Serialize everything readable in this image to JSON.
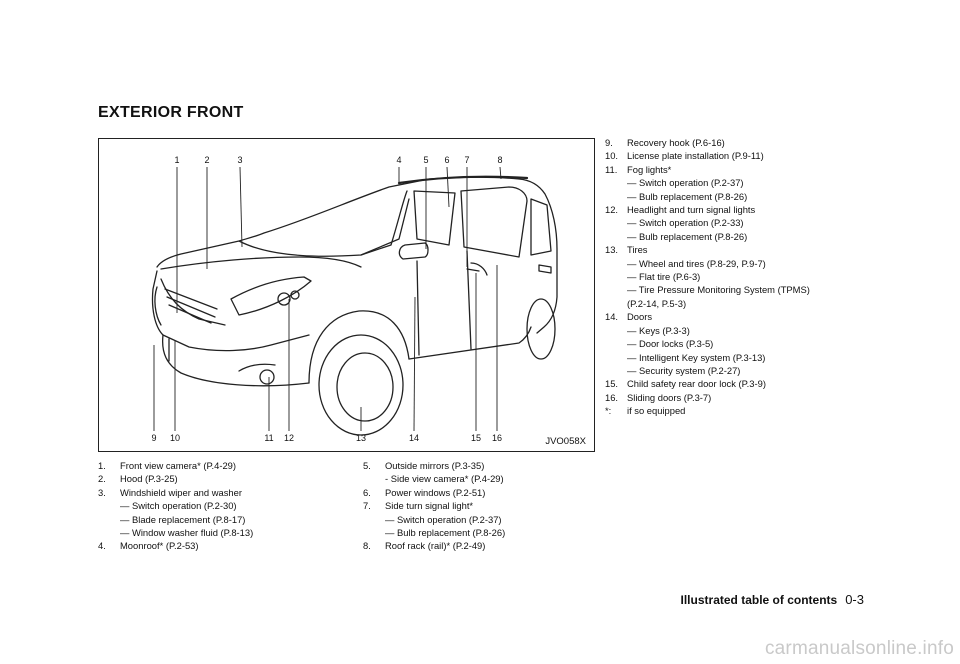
{
  "section_title": "EXTERIOR FRONT",
  "figure": {
    "code": "JVO058X",
    "top_callouts": [
      "1",
      "2",
      "3",
      "4",
      "5",
      "6",
      "7",
      "8"
    ],
    "bottom_callouts": [
      "9",
      "10",
      "11",
      "12",
      "13",
      "14",
      "15",
      "16"
    ]
  },
  "columns": [
    [
      {
        "num": "1.",
        "text": "Front view camera* (P.4-29)",
        "subs": []
      },
      {
        "num": "2.",
        "text": "Hood (P.3-25)",
        "subs": []
      },
      {
        "num": "3.",
        "text": "Windshield wiper and washer",
        "subs": [
          "— Switch operation (P.2-30)",
          "— Blade replacement (P.8-17)",
          "— Window washer fluid (P.8-13)"
        ]
      },
      {
        "num": "4.",
        "text": "Moonroof* (P.2-53)",
        "subs": []
      }
    ],
    [
      {
        "num": "5.",
        "text": "Outside mirrors (P.3-35)",
        "subs": [
          "- Side view camera* (P.4-29)"
        ]
      },
      {
        "num": "6.",
        "text": "Power windows (P.2-51)",
        "subs": []
      },
      {
        "num": "7.",
        "text": "Side turn signal light*",
        "subs": [
          "— Switch operation (P.2-37)",
          "— Bulb replacement (P.8-26)"
        ]
      },
      {
        "num": "8.",
        "text": "Roof rack (rail)* (P.2-49)",
        "subs": []
      }
    ],
    [
      {
        "num": "9.",
        "text": "Recovery hook (P.6-16)",
        "subs": []
      },
      {
        "num": "10.",
        "text": "License plate installation (P.9-11)",
        "subs": []
      },
      {
        "num": "11.",
        "text": "Fog lights*",
        "subs": [
          "— Switch operation (P.2-37)",
          "— Bulb replacement (P.8-26)"
        ]
      },
      {
        "num": "12.",
        "text": "Headlight and turn signal lights",
        "subs": [
          "— Switch operation (P.2-33)",
          "— Bulb replacement (P.8-26)"
        ]
      },
      {
        "num": "13.",
        "text": "Tires",
        "subs": [
          "— Wheel and tires (P.8-29, P.9-7)",
          "— Flat tire (P.6-3)",
          "— Tire Pressure Monitoring System (TPMS)"
        ]
      },
      {
        "num": "",
        "text": "(P.2-14, P.5-3)",
        "subs": []
      },
      {
        "num": "14.",
        "text": "Doors",
        "subs": [
          "— Keys (P.3-3)",
          "— Door locks (P.3-5)",
          "— Intelligent Key system (P.3-13)",
          "— Security system (P.2-27)"
        ]
      },
      {
        "num": "15.",
        "text": "Child safety rear door lock (P.3-9)",
        "subs": []
      },
      {
        "num": "16.",
        "text": "Sliding doors (P.3-7)",
        "subs": []
      },
      {
        "num": "*:",
        "text": "if so equipped",
        "subs": []
      }
    ]
  ],
  "footer": {
    "title": "Illustrated table of contents",
    "page": "0-3"
  },
  "watermark": "carmanualsonline.info"
}
